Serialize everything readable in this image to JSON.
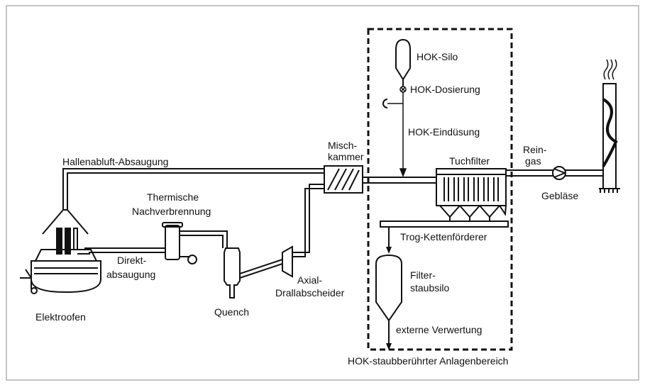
{
  "labels": {
    "hallenabluft": "Hallenabluft-Absaugung",
    "thermische": "Thermische",
    "nachverbrennung": "Nachverbrennung",
    "direkt": "Direkt-",
    "absaugung": "absaugung",
    "elektroofen": "Elektroofen",
    "quench": "Quench",
    "axial": "Axial-",
    "drallabscheider": "Drallabscheider",
    "misch": "Misch-",
    "kammer": "kammer",
    "hok_silo": "HOK-Silo",
    "hok_dosierung": "HOK-Dosierung",
    "hok_eindusung": "HOK-Eindüsung",
    "tuchfilter": "Tuchfilter",
    "rein": "Rein-",
    "gas": "gas",
    "geblaese": "Gebläse",
    "trog": "Trog-Kettenförderer",
    "filter": "Filter-",
    "staubsilo": "staubsilo",
    "externe": "externe Verwertung",
    "bereich": "HOK-staubberührter Anlagenbereich"
  },
  "colors": {
    "line": "#111111",
    "background": "#ffffff"
  }
}
